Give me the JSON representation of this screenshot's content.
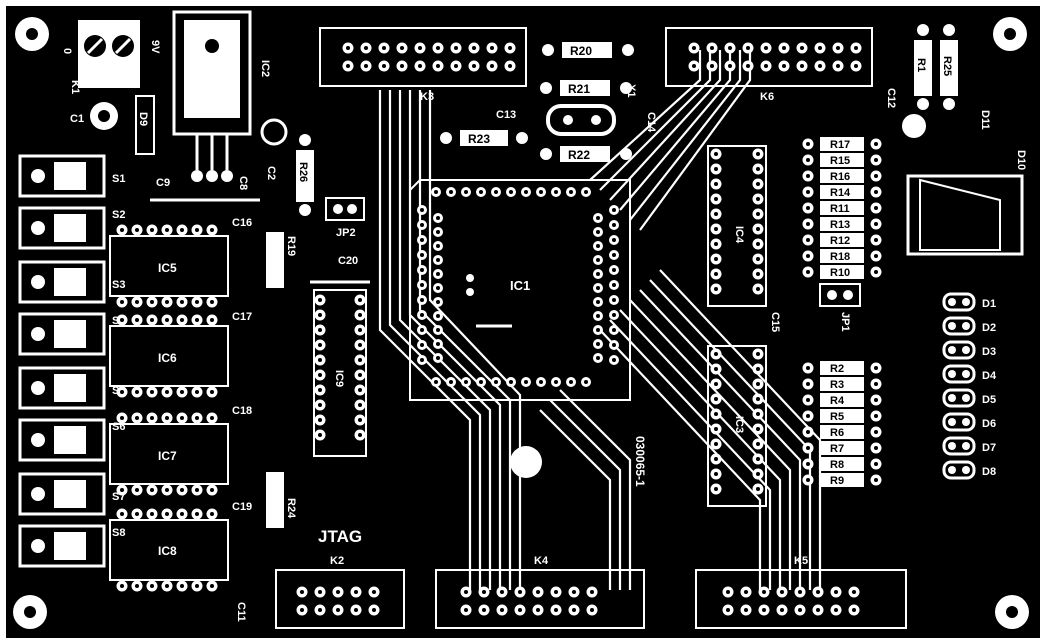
{
  "board_id": "030065-1",
  "colors": {
    "board": "#000000",
    "copper": "#ffffff",
    "drill": "#000000"
  },
  "headers": {
    "k1": "K1",
    "k1_zero": "0",
    "k1_9v": "9V",
    "k2": "K2",
    "k3": "K3",
    "k4": "K4",
    "k5": "K5",
    "k6": "K6",
    "jtag": "JTAG"
  },
  "ics": {
    "ic1": "IC1",
    "ic2": "IC2",
    "ic3": "IC3",
    "ic4": "IC4",
    "ic5": "IC5",
    "ic6": "IC6",
    "ic7": "IC7",
    "ic8": "IC8",
    "ic9": "IC9"
  },
  "switches": [
    "S1",
    "S2",
    "S3",
    "S4",
    "S5",
    "S6",
    "S7",
    "S8"
  ],
  "leds": [
    "D1",
    "D2",
    "D3",
    "D4",
    "D5",
    "D6",
    "D7",
    "D8"
  ],
  "resistors_right_top": [
    "R17",
    "R15",
    "R16",
    "R14",
    "R11",
    "R13",
    "R12",
    "R18",
    "R10"
  ],
  "resistors_right_bottom": [
    "R2",
    "R3",
    "R4",
    "R5",
    "R6",
    "R7",
    "R8",
    "R9"
  ],
  "resistors_top": {
    "r20": "R20",
    "r21": "R21",
    "r22": "R22",
    "r23": "R23",
    "r1": "R1",
    "r25": "R25",
    "r26": "R26",
    "r19": "R19",
    "r24": "R24"
  },
  "caps": {
    "c1": "C1",
    "c2": "C2",
    "c8": "C8",
    "c9": "C9",
    "c11": "C11",
    "c12": "C12",
    "c13": "C13",
    "c14": "C14",
    "c15": "C15",
    "c16": "C16",
    "c17": "C17",
    "c18": "C18",
    "c19": "C19",
    "c20": "C20"
  },
  "misc": {
    "d9": "D9",
    "d10": "D10",
    "d11": "D11",
    "x1": "X1",
    "jp1": "JP1",
    "jp2": "JP2"
  }
}
